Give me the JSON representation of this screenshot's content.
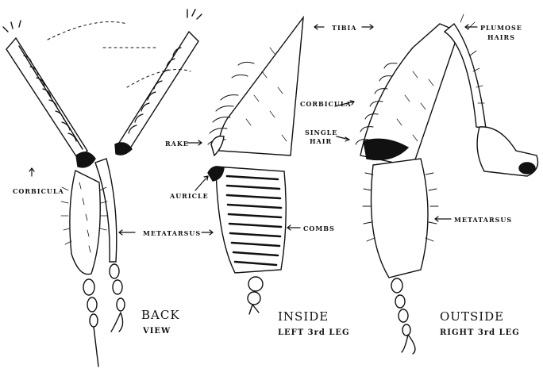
{
  "labels": {
    "tibia": "TIBIA",
    "plumose_hairs_line1": "PLUMOSE",
    "plumose_hairs_line2": "HAIRS",
    "corbicula_right": "CORBICULA",
    "single_hair_line1": "SINGLE",
    "single_hair_line2": "HAIR",
    "rake": "RAKE",
    "auricle": "AURICLE",
    "corbicula_left": "CORBICULA",
    "metatarsus_left": "METATARSUS",
    "combs": "COMBS",
    "metatarsus_right": "METATARSUS"
  },
  "captions": {
    "back": {
      "line1": "BACK",
      "line2": "VIEW"
    },
    "inside": {
      "line1": "INSIDE",
      "line2": "LEFT 3rd LEG"
    },
    "outside": {
      "line1": "OUTSIDE",
      "line2": "RIGHT 3rd LEG"
    }
  }
}
